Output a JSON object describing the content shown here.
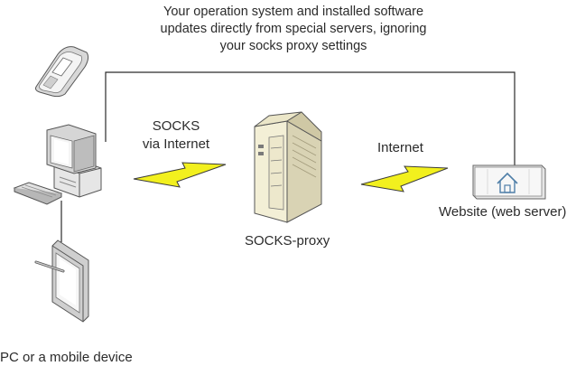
{
  "diagram": {
    "top_note": {
      "line1": "Your operation system and installed software",
      "line2": "updates directly from special servers, ignoring",
      "line3": "your socks proxy settings"
    },
    "socks_link": {
      "line1": "SOCKS",
      "line2": "via Internet"
    },
    "internet_link": "Internet",
    "proxy_label": "SOCKS-proxy",
    "webserver_label": "Website (web server)",
    "client_label": "PC or a mobile device",
    "colors": {
      "line": "#2b2b2b",
      "bolt_fill": "#f2f01e",
      "bolt_stroke": "#3a3a3a",
      "device_light": "#f2f2f2",
      "device_mid": "#cfcfcf",
      "device_dark": "#9a9a9a",
      "server_body": "#f3efd6",
      "server_side": "#d9d3b4"
    },
    "icons": [
      "phone-icon",
      "computer-icon",
      "tablet-icon",
      "server-icon",
      "website-icon",
      "lightning-icon"
    ]
  }
}
